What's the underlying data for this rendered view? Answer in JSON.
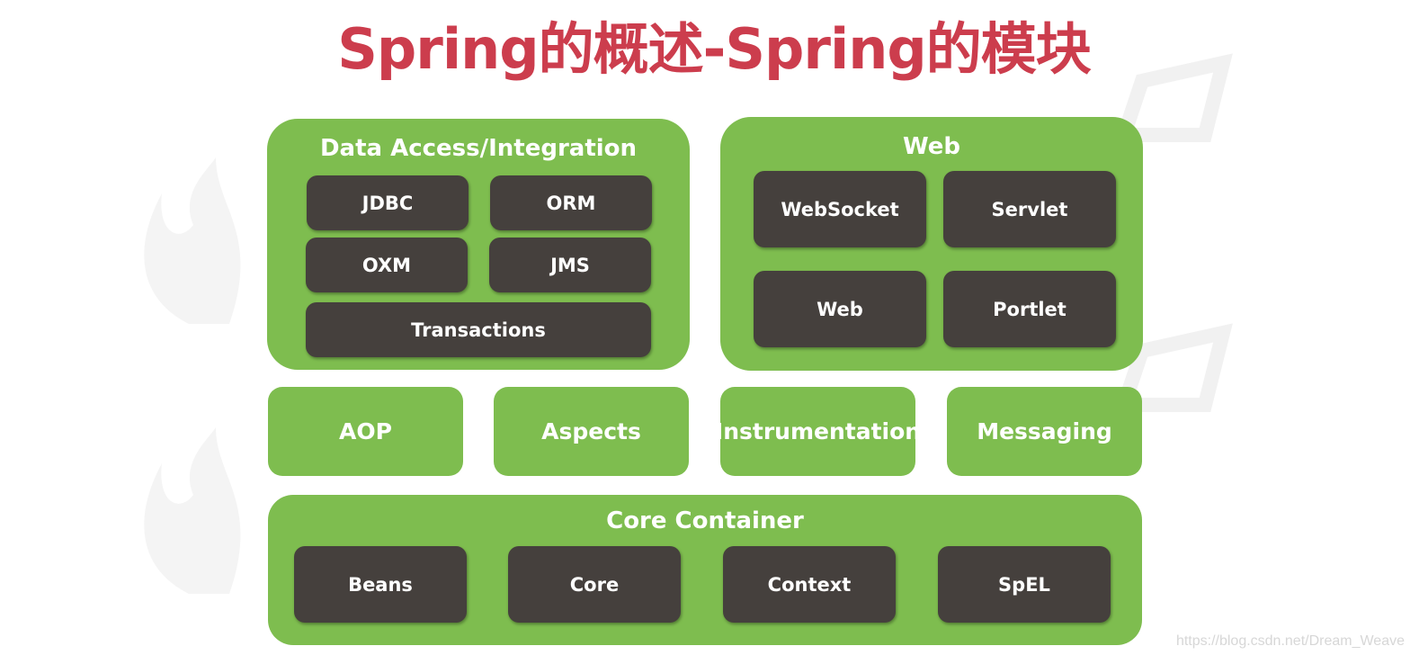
{
  "title": "Spring的概述-Spring的模块",
  "data_access": {
    "label": "Data Access/Integration",
    "modules": [
      "JDBC",
      "ORM",
      "OXM",
      "JMS",
      "Transactions"
    ]
  },
  "web": {
    "label": "Web",
    "modules": [
      "WebSocket",
      "Servlet",
      "Web",
      "Portlet"
    ]
  },
  "middle": [
    "AOP",
    "Aspects",
    "Instrumentation",
    "Messaging"
  ],
  "core_container": {
    "label": "Core Container",
    "modules": [
      "Beans",
      "Core",
      "Context",
      "SpEL"
    ]
  },
  "credit": "https://blog.csdn.net/Dream_Weave",
  "colors": {
    "group_green": "#7ebd4f",
    "module_dark": "#45403d",
    "title_red": "#cc3d4d"
  }
}
